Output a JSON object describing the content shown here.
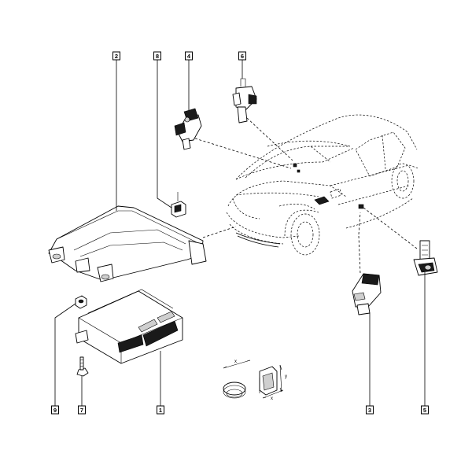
{
  "callouts": [
    {
      "id": "c1",
      "label": "1"
    },
    {
      "id": "c2",
      "label": "2"
    },
    {
      "id": "c3",
      "label": "3"
    },
    {
      "id": "c4",
      "label": "4"
    },
    {
      "id": "c5",
      "label": "5"
    },
    {
      "id": "c6",
      "label": "6"
    },
    {
      "id": "c7",
      "label": "7"
    },
    {
      "id": "c8",
      "label": "8"
    },
    {
      "id": "c9",
      "label": "9"
    }
  ],
  "symbols": {
    "axis_x": "x",
    "axis_y": "y"
  }
}
